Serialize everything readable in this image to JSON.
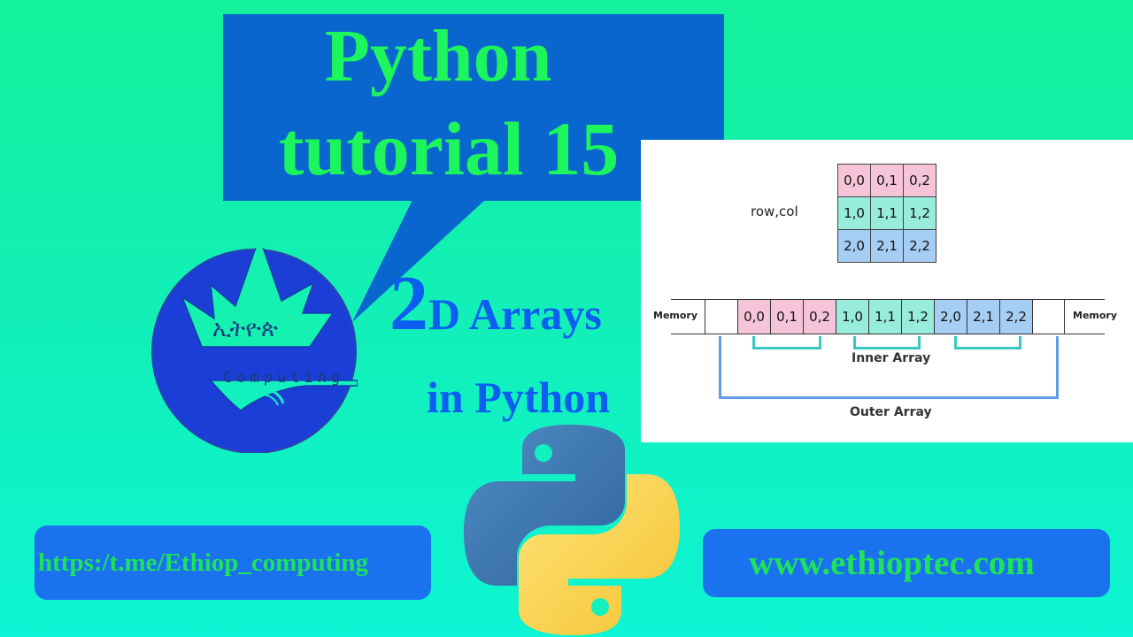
{
  "thumbnail": {
    "background_colors": [
      "#14f19c",
      "#0ef4d4"
    ],
    "title_bubble": {
      "line1": "Python",
      "line2": "tutorial 15",
      "bg_color": "#0a66cf",
      "text_color": "#1cf55c"
    },
    "logo": {
      "icon": "ethiop-computing-logo-icon",
      "amharic_text": "ኢትዮጵ",
      "brand_text": "Computing",
      "color": "#1b3fd6"
    },
    "headline": {
      "big_digit": "2",
      "rest": "D Arrays",
      "line2": "in Python",
      "color": "#0b5ef0"
    },
    "diagram": {
      "row_col_label": "row,col",
      "grid": [
        [
          "0,0",
          "0,1",
          "0,2"
        ],
        [
          "1,0",
          "1,1",
          "1,2"
        ],
        [
          "2,0",
          "2,1",
          "2,2"
        ]
      ],
      "row_colors": [
        "#f6c4d8",
        "#97ecdc",
        "#a6cef4"
      ],
      "memory_left_label": "Memory",
      "memory_right_label": "Memory",
      "memory_cells": [
        "",
        "0,0",
        "0,1",
        "0,2",
        "1,0",
        "1,1",
        "1,2",
        "2,0",
        "2,1",
        "2,2",
        ""
      ],
      "inner_array_label": "Inner Array",
      "outer_array_label": "Outer Array"
    },
    "python_logo": {
      "icon": "python-logo-icon",
      "colors": [
        "#3a6fa8",
        "#f7d04c"
      ]
    },
    "links": {
      "telegram": "https:/t.me/Ethiop_computing",
      "website": "www.ethioptec.com",
      "box_color": "#1a72ef",
      "text_color": "#1ee35a"
    }
  }
}
